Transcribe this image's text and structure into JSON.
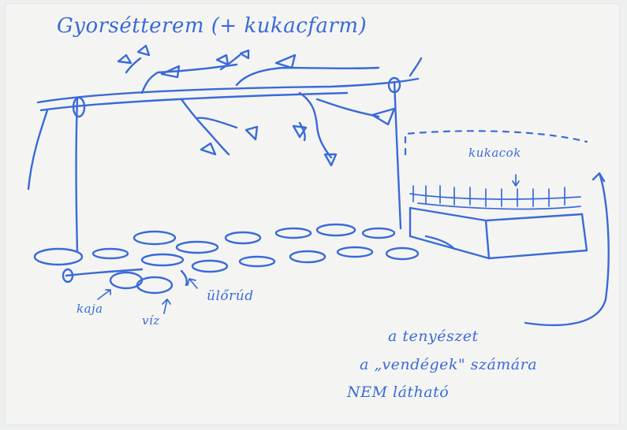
{
  "labels": {
    "title": "Gyorsétterem (+ kukacfarm)",
    "kukacok": "kukacok",
    "kaja": "kaja",
    "viz": "víz",
    "ulorud": "ülőrúd",
    "note_line1": "a tenyészet",
    "note_line2": "a „vendégek\" számára",
    "note_line3": "NEM látható"
  },
  "colors": {
    "ink": "#3a6ad8",
    "paper": "#f4f5f3"
  }
}
